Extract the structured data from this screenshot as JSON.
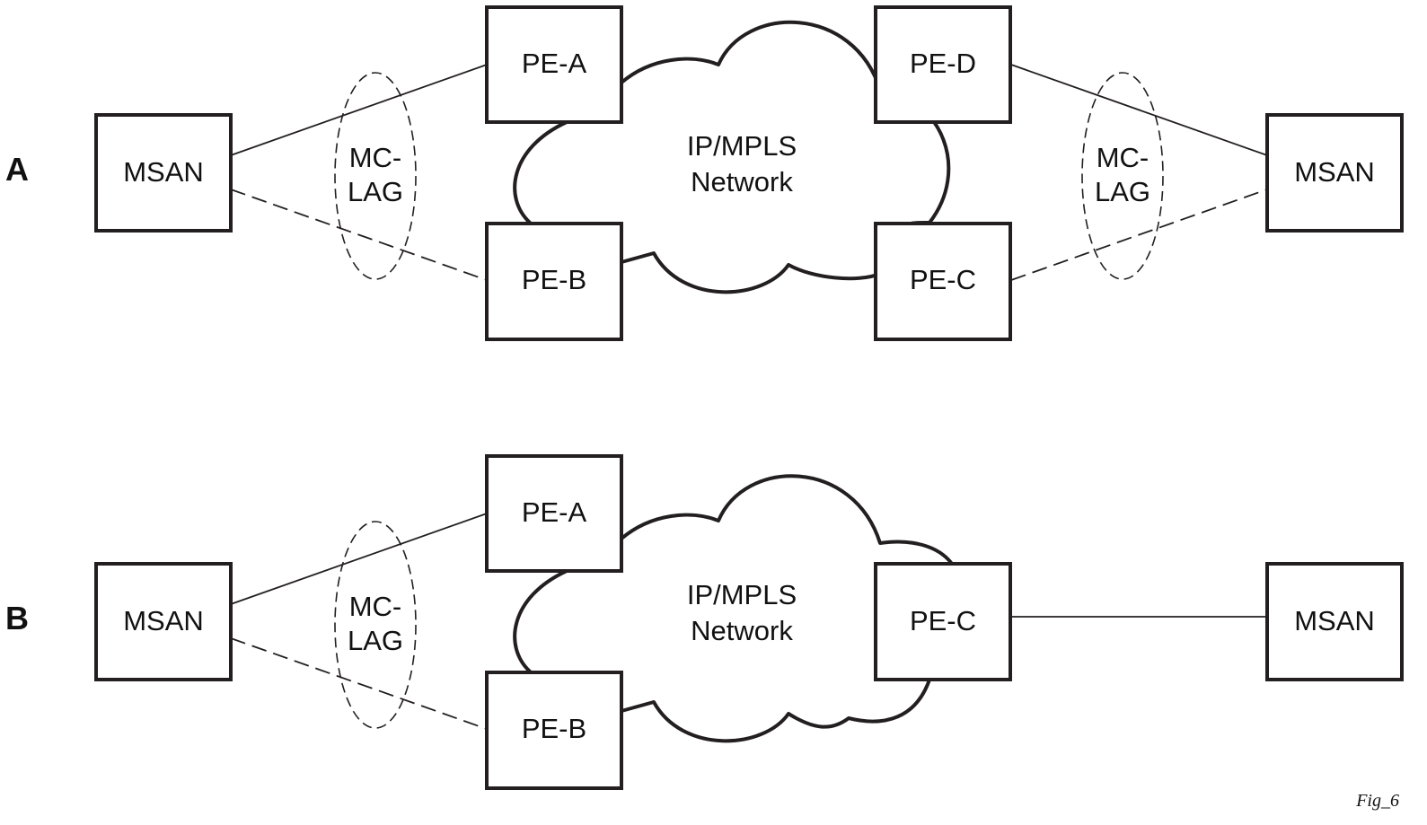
{
  "figure_label": "Fig_6",
  "panels": [
    {
      "id": "A",
      "label": "A",
      "cloud": {
        "line1": "IP/MPLS",
        "line2": "Network"
      },
      "nodes": {
        "msan_left": "MSAN",
        "pe_a": "PE-A",
        "pe_b": "PE-B",
        "pe_d": "PE-D",
        "pe_c": "PE-C",
        "msan_right": "MSAN"
      },
      "lag_left": {
        "line1": "MC-",
        "line2": "LAG"
      },
      "lag_right": {
        "line1": "MC-",
        "line2": "LAG"
      },
      "links": [
        {
          "from": "MSAN",
          "to": "PE-A",
          "style": "solid"
        },
        {
          "from": "MSAN",
          "to": "PE-B",
          "style": "dashed"
        },
        {
          "from": "PE-D",
          "to": "MSAN",
          "style": "solid"
        },
        {
          "from": "PE-C",
          "to": "MSAN",
          "style": "dashed"
        }
      ]
    },
    {
      "id": "B",
      "label": "B",
      "cloud": {
        "line1": "IP/MPLS",
        "line2": "Network"
      },
      "nodes": {
        "msan_left": "MSAN",
        "pe_a": "PE-A",
        "pe_b": "PE-B",
        "pe_c": "PE-C",
        "msan_right": "MSAN"
      },
      "lag_left": {
        "line1": "MC-",
        "line2": "LAG"
      },
      "links": [
        {
          "from": "MSAN",
          "to": "PE-A",
          "style": "solid"
        },
        {
          "from": "MSAN",
          "to": "PE-B",
          "style": "dashed"
        },
        {
          "from": "PE-C",
          "to": "MSAN",
          "style": "solid"
        }
      ]
    }
  ]
}
